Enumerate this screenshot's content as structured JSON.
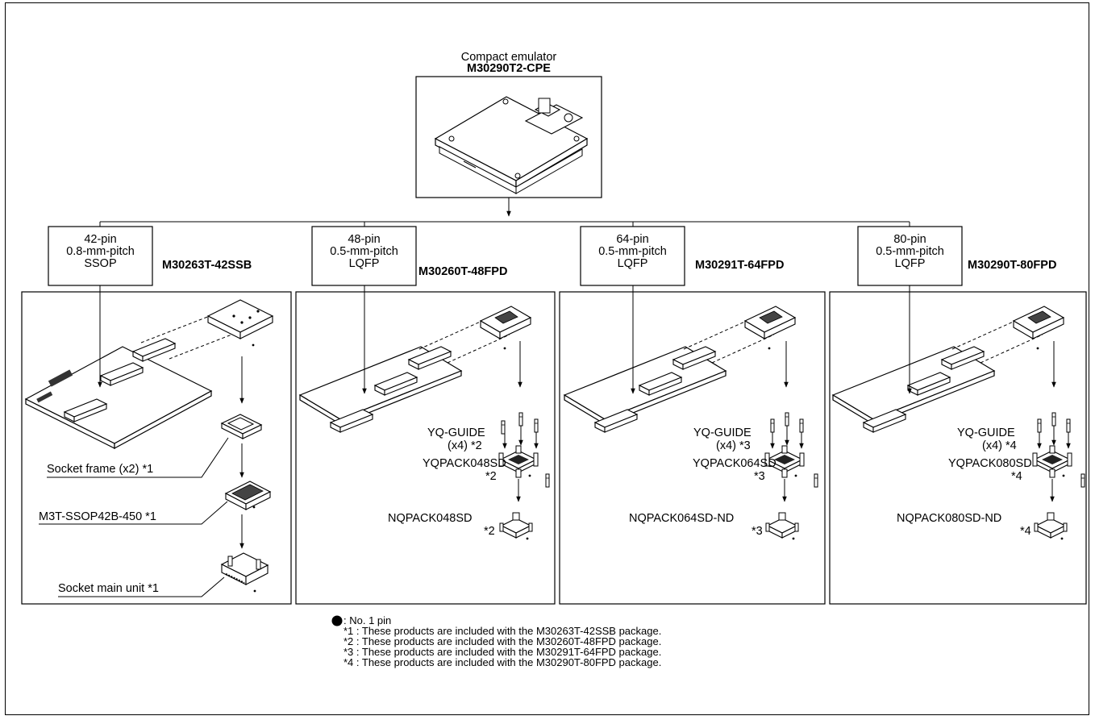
{
  "emulator": {
    "caption": "Compact emulator",
    "model": "M30290T2-CPE"
  },
  "targets": [
    {
      "pins": "42-pin",
      "pitch": "0.8-mm-pitch",
      "pkg": "SSOP",
      "model": "M30263T-42SSB"
    },
    {
      "pins": "48-pin",
      "pitch": "0.5-mm-pitch",
      "pkg": "LQFP",
      "model": "M30260T-48FPD",
      "guide": "YQ-GUIDE",
      "guide_qty": "(x4) *2",
      "yqpack": "YQPACK048SD",
      "yq_note": "*2",
      "nqpack": "NQPACK048SD",
      "nq_note": "*2"
    },
    {
      "pins": "64-pin",
      "pitch": "0.5-mm-pitch",
      "pkg": "LQFP",
      "model": "M30291T-64FPD",
      "guide": "YQ-GUIDE",
      "guide_qty": "(x4) *3",
      "yqpack": "YQPACK064SD",
      "yq_note": "*3",
      "nqpack": "NQPACK064SD-ND",
      "nq_note": "*3"
    },
    {
      "pins": "80-pin",
      "pitch": "0.5-mm-pitch",
      "pkg": "LQFP",
      "model": "M30290T-80FPD",
      "guide": "YQ-GUIDE",
      "guide_qty": "(x4) *4",
      "yqpack": "YQPACK080SD",
      "yq_note": "*4",
      "nqpack": "NQPACK080SD-ND",
      "nq_note": "*4"
    }
  ],
  "ssop_parts": {
    "socket_frame": "Socket frame (x2) *1",
    "adapter": "M3T-SSOP42B-450 *1",
    "socket_main": "Socket main unit *1"
  },
  "footnotes": [
    ": No. 1 pin",
    "*1 : These products are included with the M30263T-42SSB package.",
    "*2 : These products are included with the M30260T-48FPD package.",
    "*3 : These products are included with the M30291T-64FPD package.",
    "*4 : These products are included with the M30290T-80FPD package."
  ]
}
